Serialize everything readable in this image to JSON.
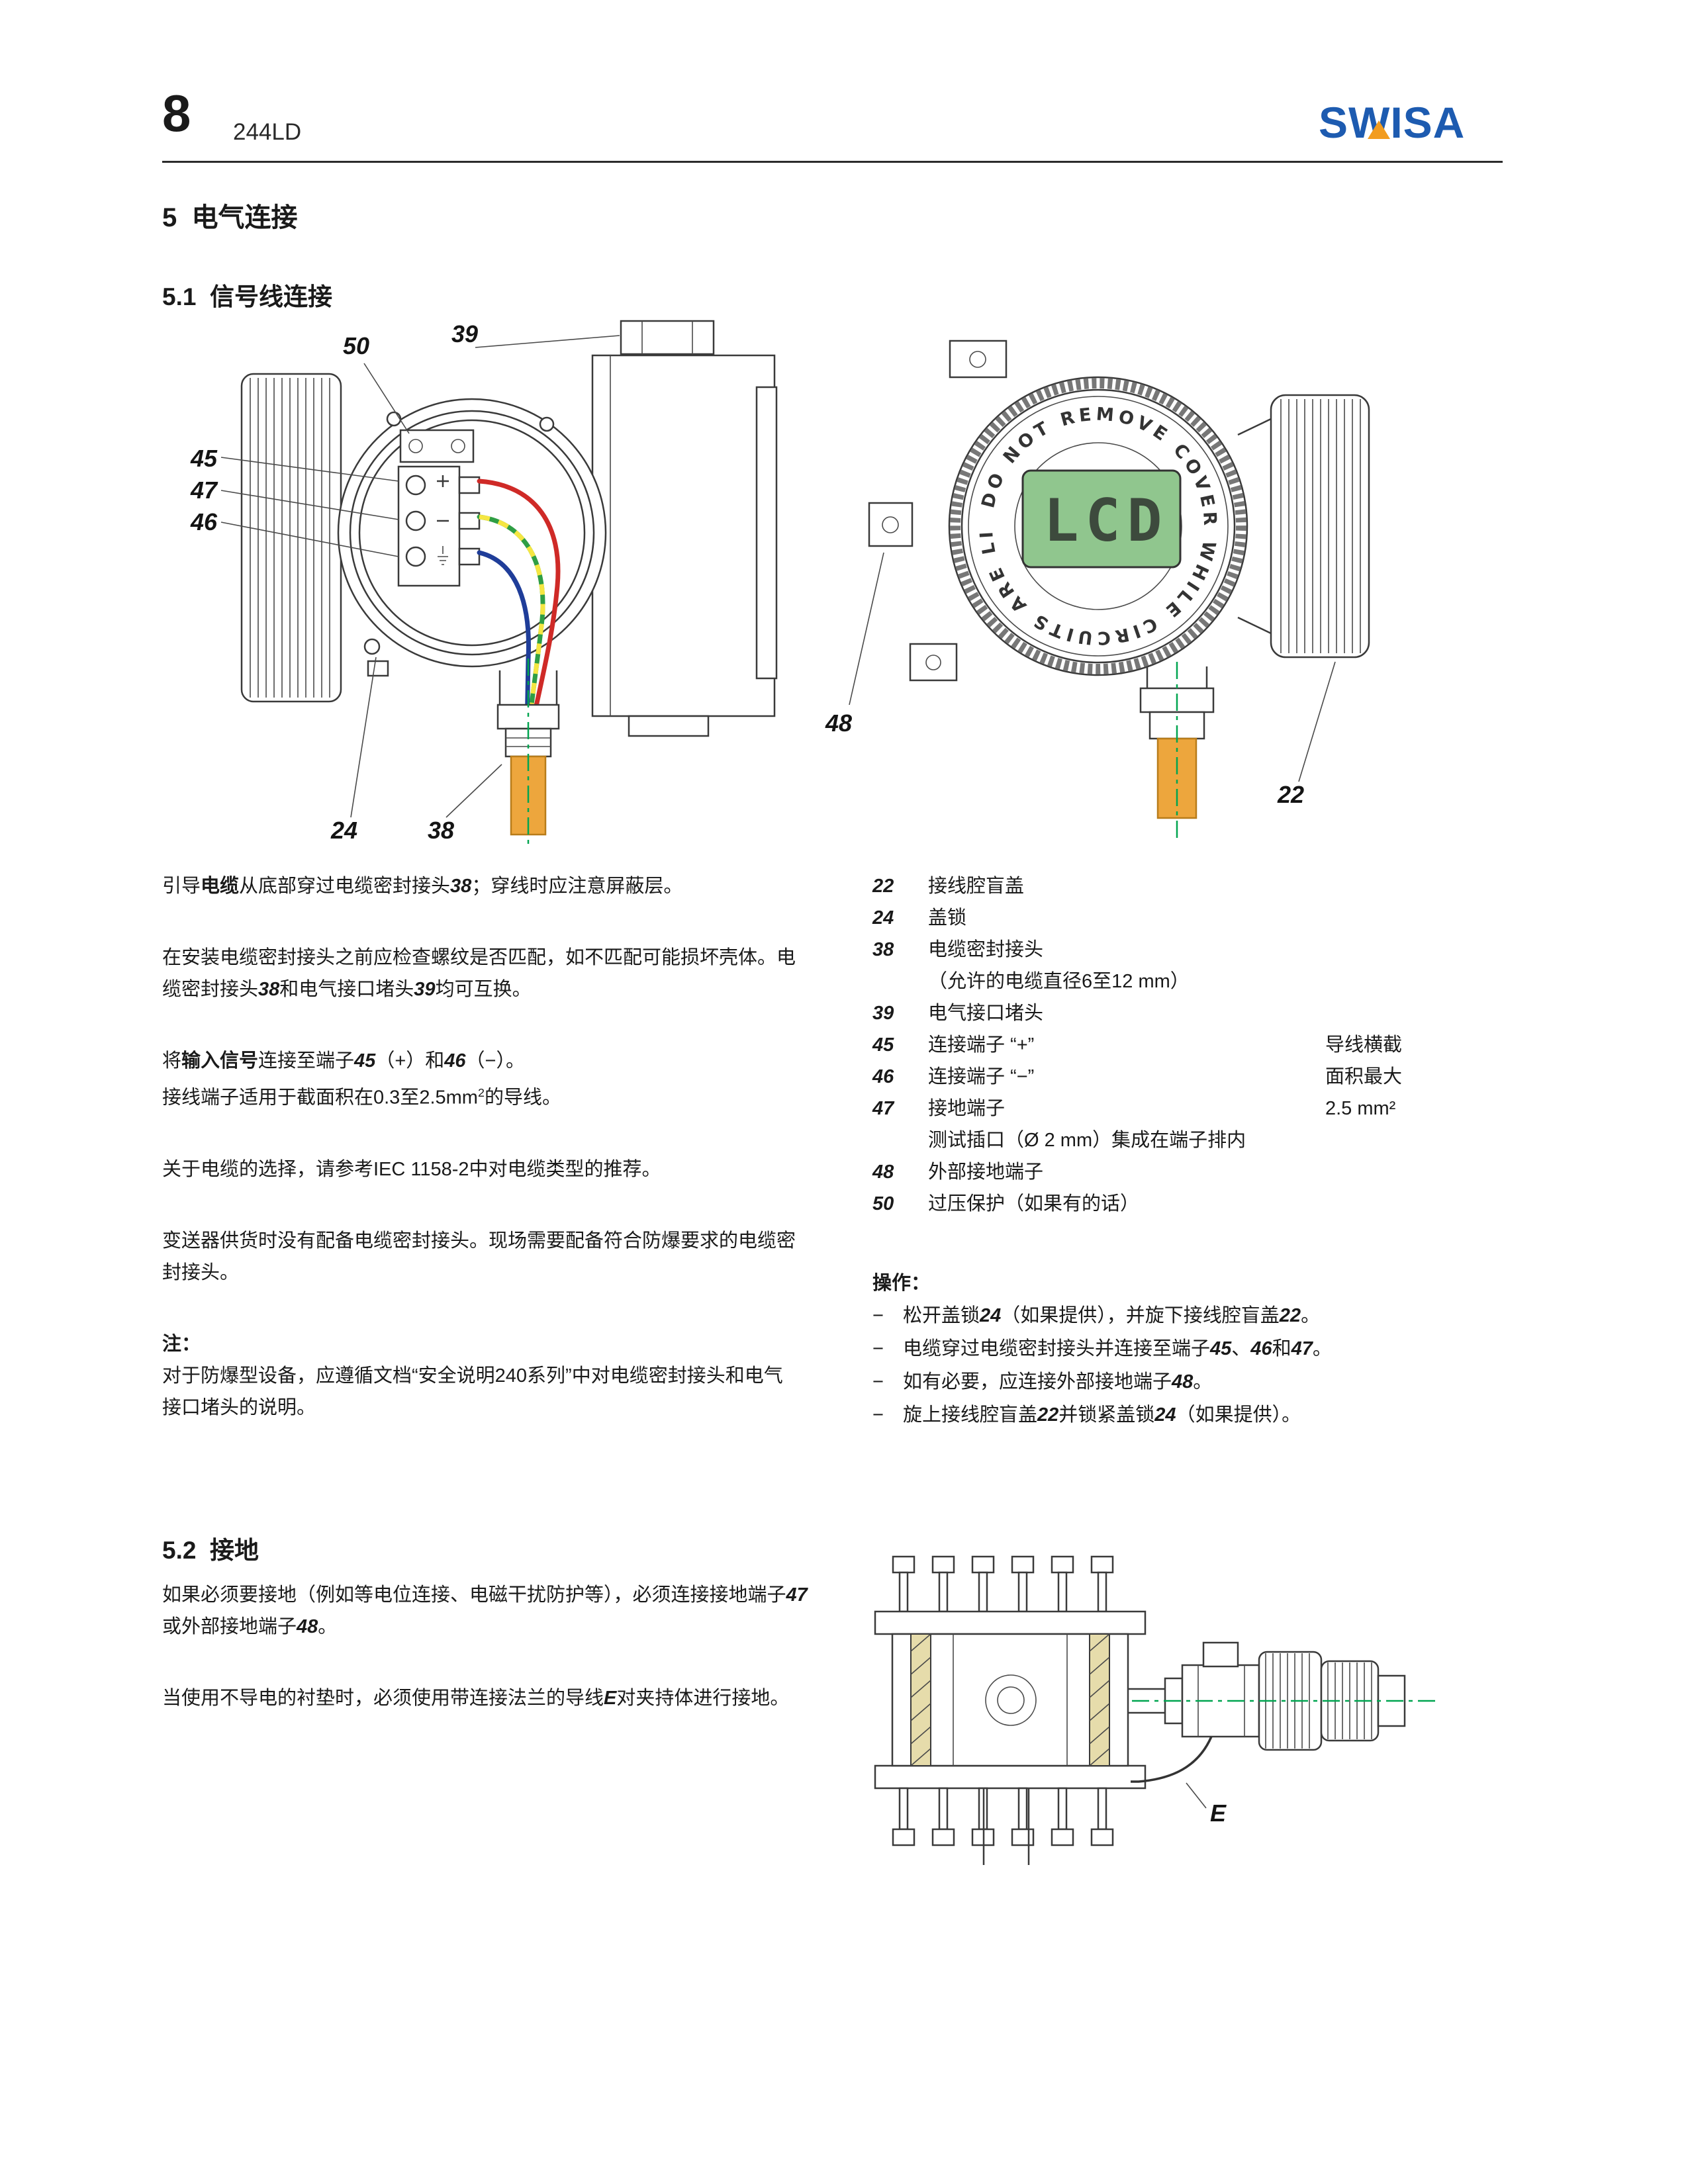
{
  "header": {
    "page_number": "8",
    "model": "244LD",
    "logo": "SWISA"
  },
  "headings": {
    "s5": "5  电气连接",
    "s51": "5.1  信号线连接",
    "s52": "5.2  接地"
  },
  "fig1": {
    "l50": "50",
    "l39": "39",
    "l45": "45",
    "l47": "47",
    "l46": "46",
    "l24": "24",
    "l38": "38"
  },
  "fig2": {
    "l48": "48",
    "l22": "22",
    "cover_text": "DO NOT REMOVE COVER WHILE CIRCUITS ARE LIVE",
    "lcd": "LCD"
  },
  "fig3": {
    "lE": "E"
  },
  "body": {
    "p1": {
      "segs": [
        {
          "t": "引导"
        },
        {
          "t": "电缆",
          "b": true
        },
        {
          "t": "从底部穿过电缆密封接头"
        },
        {
          "t": "38",
          "bi": true
        },
        {
          "t": "；穿线时应注意屏蔽层。"
        }
      ]
    },
    "p2": {
      "segs": [
        {
          "t": "在安装电缆密封接头之前应检查螺纹是否匹配，如不匹配可能损坏壳体。电缆密封接头"
        },
        {
          "t": "38",
          "bi": true
        },
        {
          "t": "和电气接口堵头"
        },
        {
          "t": "39",
          "bi": true
        },
        {
          "t": "均可互换。"
        }
      ]
    },
    "p3a": {
      "segs": [
        {
          "t": "将"
        },
        {
          "t": "输入信号",
          "b": true
        },
        {
          "t": "连接至端子"
        },
        {
          "t": "45",
          "bi": true
        },
        {
          "t": "（+）和"
        },
        {
          "t": "46",
          "bi": true
        },
        {
          "t": "（−）。"
        }
      ]
    },
    "p3b": {
      "segs": [
        {
          "t": "接线端子适用于截面积在0.3至2.5mm"
        },
        {
          "t": "2",
          "sup": true
        },
        {
          "t": "的导线。"
        }
      ]
    },
    "p4": {
      "segs": [
        {
          "t": "关于电缆的选择，请参考IEC 1158-2中对电缆类型的推荐。"
        }
      ]
    },
    "p5": {
      "segs": [
        {
          "t": "变送器供货时没有配备电缆密封接头。现场需要配备符合防爆要求的电缆密封接头。"
        }
      ]
    },
    "note_title": "注：",
    "note": {
      "segs": [
        {
          "t": "对于防爆型设备，应遵循文档“安全说明240系列”中对电缆密封接头和电气接口堵头的说明。"
        }
      ]
    }
  },
  "legend": {
    "items": [
      {
        "num": "22",
        "text": "接线腔盲盖",
        "side": ""
      },
      {
        "num": "24",
        "text": "盖锁",
        "side": ""
      },
      {
        "num": "38",
        "text": "电缆密封接头",
        "side": ""
      },
      {
        "num": "",
        "text": "（允许的电缆直径6至12 mm）",
        "side": ""
      },
      {
        "num": "39",
        "text": "电气接口堵头",
        "side": ""
      },
      {
        "num": "45",
        "text": "连接端子 “+”",
        "side": "导线横截"
      },
      {
        "num": "46",
        "text": "连接端子 “−”",
        "side": "面积最大"
      },
      {
        "num": "47",
        "text": "接地端子",
        "side": "2.5 mm²"
      },
      {
        "num": "",
        "text": "测试插口（Ø 2 mm）集成在端子排内",
        "side": ""
      },
      {
        "num": "48",
        "text": "外部接地端子",
        "side": ""
      },
      {
        "num": "50",
        "text": "过压保护（如果有的话）",
        "side": ""
      }
    ]
  },
  "ops": {
    "title": "操作：",
    "dash": "−",
    "items": [
      {
        "segs": [
          {
            "t": "松开盖锁"
          },
          {
            "t": "24",
            "bi": true
          },
          {
            "t": "（如果提供），并旋下接线腔盲盖"
          },
          {
            "t": "22",
            "bi": true
          },
          {
            "t": "。"
          }
        ]
      },
      {
        "segs": [
          {
            "t": "电缆穿过电缆密封接头并连接至端子"
          },
          {
            "t": "45",
            "bi": true
          },
          {
            "t": "、"
          },
          {
            "t": "46",
            "bi": true
          },
          {
            "t": "和"
          },
          {
            "t": "47",
            "bi": true
          },
          {
            "t": "。"
          }
        ]
      },
      {
        "segs": [
          {
            "t": "如有必要，应连接外部接地端子"
          },
          {
            "t": "48",
            "bi": true
          },
          {
            "t": "。"
          }
        ]
      },
      {
        "segs": [
          {
            "t": "旋上接线腔盲盖"
          },
          {
            "t": "22",
            "bi": true
          },
          {
            "t": "并锁紧盖锁"
          },
          {
            "t": "24",
            "bi": true
          },
          {
            "t": "（如果提供）。"
          }
        ]
      }
    ]
  },
  "s52body": {
    "p1": {
      "segs": [
        {
          "t": "如果必须要接地（例如等电位连接、电磁干扰防护等），必须连接接地端子"
        },
        {
          "t": "47",
          "bi": true
        },
        {
          "t": "或外部接地端子"
        },
        {
          "t": "48",
          "bi": true
        },
        {
          "t": "。"
        }
      ]
    },
    "p2": {
      "segs": [
        {
          "t": "当使用不导电的衬垫时，必须使用带连接法兰的导线"
        },
        {
          "t": "E",
          "bi": true
        },
        {
          "t": "对夹持体进行接地。"
        }
      ]
    }
  },
  "colors": {
    "logo_blue": "#1d5bb0",
    "logo_orange": "#f29c1f",
    "cable_orange": "#eda63d",
    "lcd_green": "#90c68e",
    "centerline_green": "#00a550"
  }
}
